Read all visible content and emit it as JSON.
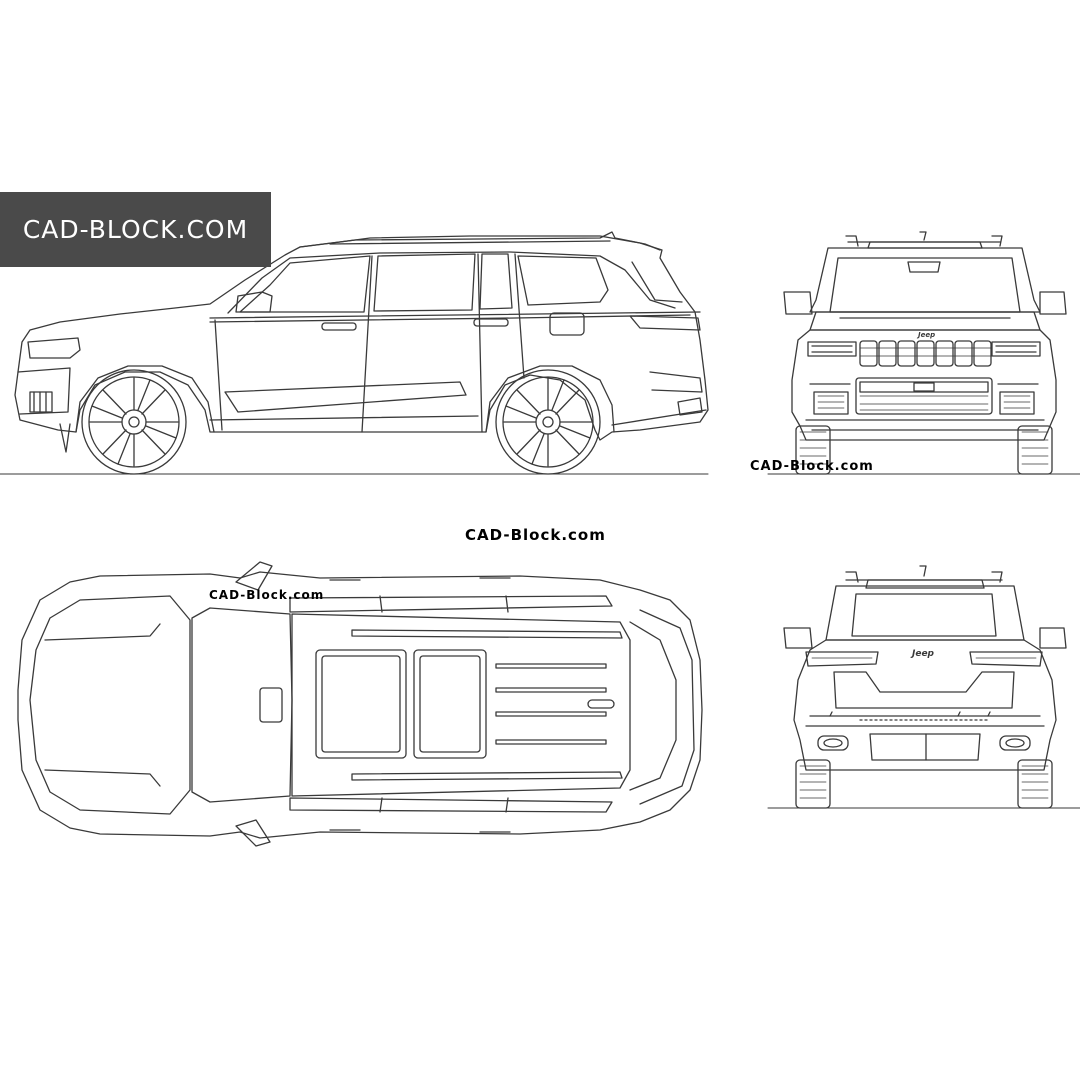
{
  "banner": {
    "text": "CAD-BLOCK.COM"
  },
  "watermarks": {
    "front_view": "CAD-Block.com",
    "center": "CAD-Block.com",
    "top_view": "CAD-Block.com"
  },
  "badges": {
    "front_badge": "Jeep",
    "rear_badge": "Jeep"
  },
  "colors": {
    "line": "#3a3a3a",
    "banner_bg": "#4a4a4a",
    "banner_text": "#ffffff",
    "background": "#ffffff"
  }
}
